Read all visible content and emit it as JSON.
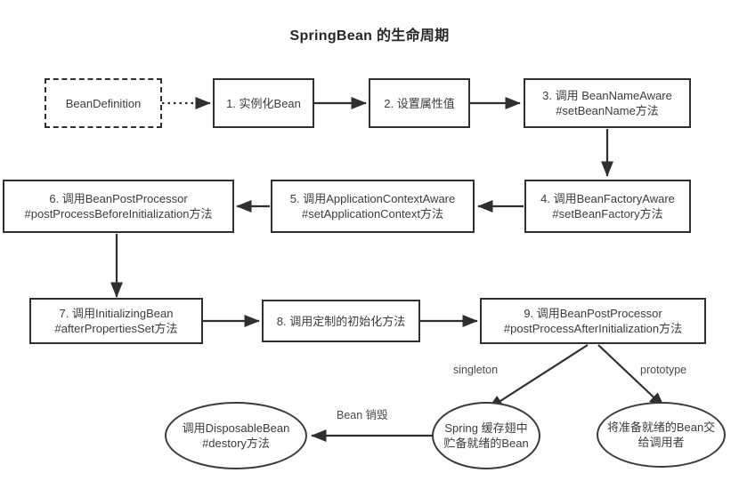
{
  "title": "SpringBean 的生命周期",
  "nodes": {
    "bean_definition": "BeanDefinition",
    "step1": "1. 实例化Bean",
    "step2": "2. 设置属性值",
    "step3": "3. 调用 BeanNameAware\n#setBeanName方法",
    "step4": "4. 调用BeanFactoryAware\n#setBeanFactory方法",
    "step5": "5. 调用ApplicationContextAware\n#setApplicationContext方法",
    "step6": "6. 调用BeanPostProcessor\n#postProcessBeforeInitialization方法",
    "step7": "7. 调用InitializingBean\n#afterPropertiesSet方法",
    "step8": "8. 调用定制的初始化方法",
    "step9": "9. 调用BeanPostProcessor\n#postProcessAfterInitialization方法",
    "singleton_cache": "Spring 缓存翅中\n贮备就绪的Bean",
    "prototype_handoff": "将准备就绪的Bean交\n给调用者",
    "disposable": "调用DisposableBean\n#destory方法"
  },
  "edge_labels": {
    "singleton": "singleton",
    "prototype": "prototype",
    "bean_destroy": "Bean 销毁"
  },
  "colors": {
    "stroke": "#2f2f2f",
    "text": "#3b3b3b",
    "title": "#272727",
    "background": "#ffffff"
  }
}
